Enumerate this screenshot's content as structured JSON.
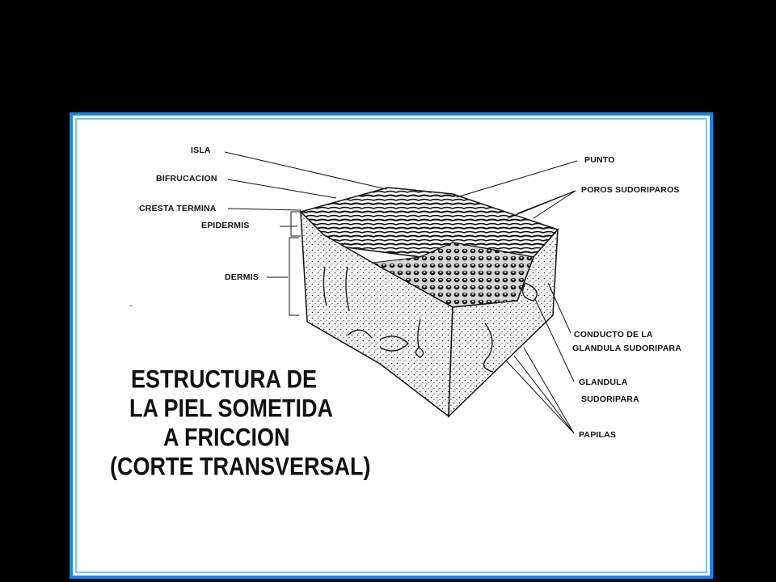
{
  "labels": {
    "isla": "ISLA",
    "bifrucacion": "BIFRUCACION",
    "cresta_termina": "CRESTA TERMINA",
    "epidermis": "EPIDERMIS",
    "dermis": "DERMIS",
    "punto": "PUNTO",
    "poros_sudoriparos": "POROS SUDORIPAROS",
    "conducto_line1": "CONDUCTO DE LA",
    "conducto_line2": "GLANDULA SUDORIPARA",
    "glandula_line1": "GLANDULA",
    "glandula_line2": "SUDORIPARA",
    "papilas": "PAPILAS"
  },
  "title": {
    "line1": "ESTRUCTURA  DE",
    "line2": "LA  PIEL  SOMETIDA",
    "line3": "A  FRICCION",
    "line4": "(CORTE  TRANSVERSAL)"
  },
  "colors": {
    "background": "#000000",
    "frame_border": "#1a86e8",
    "panel": "#ffffff",
    "ink": "#111111"
  }
}
